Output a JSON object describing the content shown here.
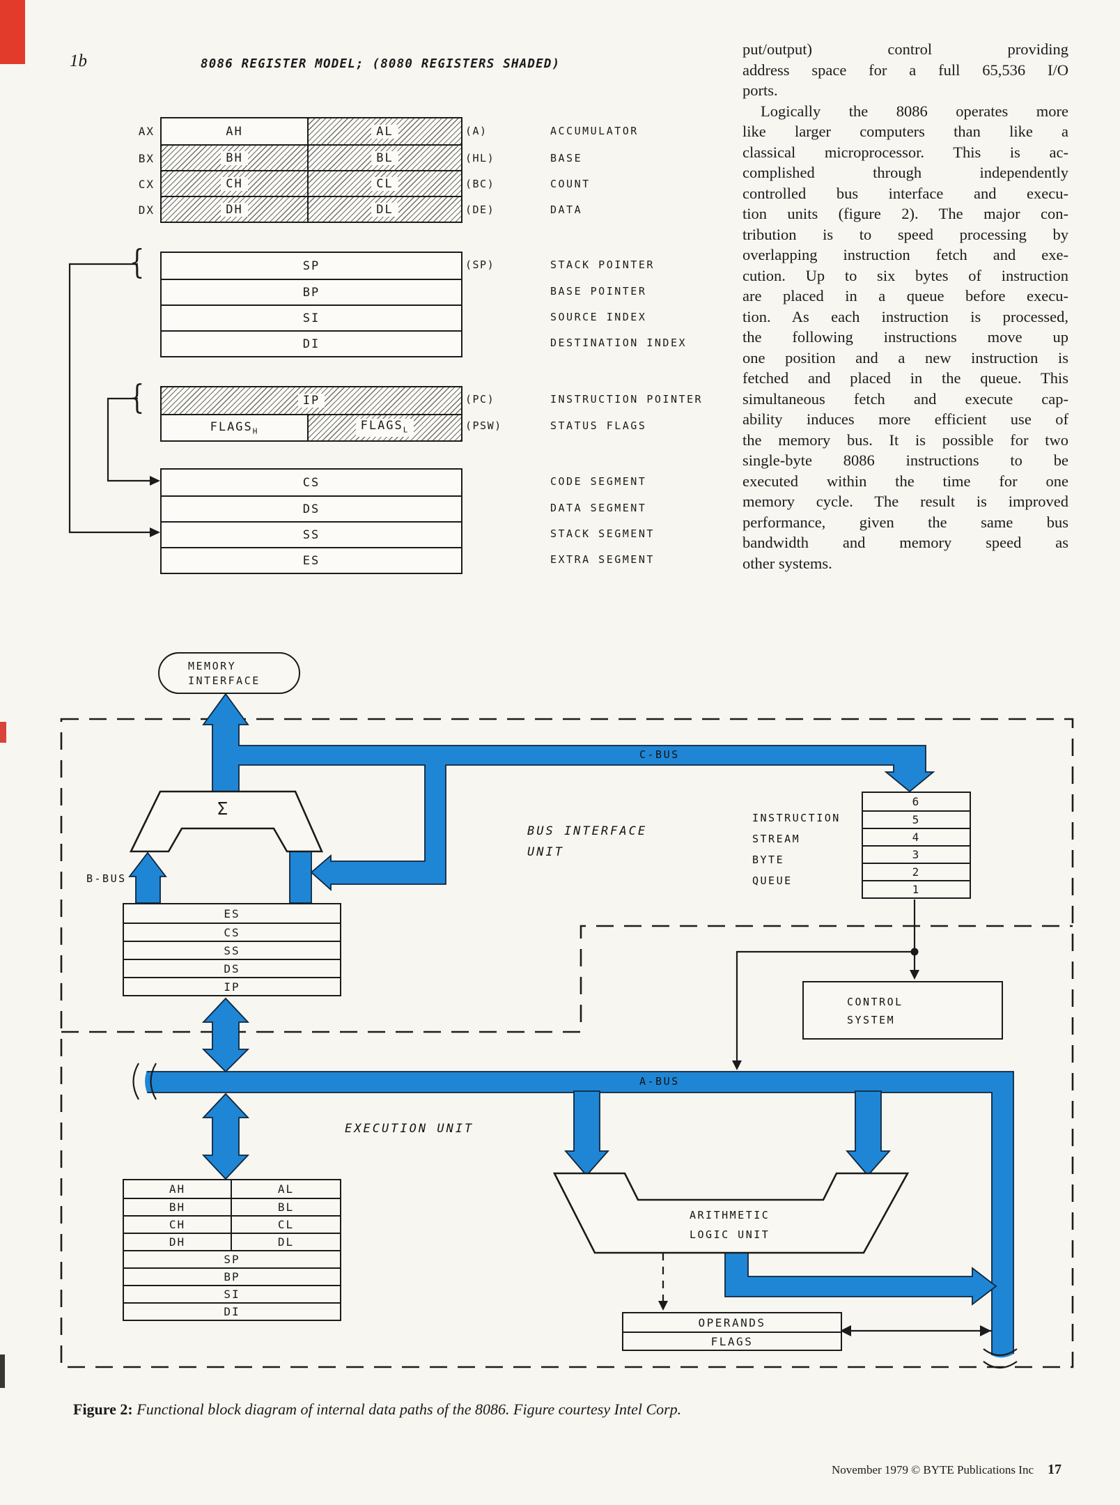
{
  "page": {
    "corner_label": "1b"
  },
  "title": "8086 REGISTER MODEL; (8080 REGISTERS SHADED)",
  "article": {
    "p1_lines": [
      "put/output) control providing",
      "address space for a full 65,536 I/O",
      "ports."
    ],
    "p2_lines": [
      "Logically the 8086 operates more",
      "like larger computers than like a",
      "classical microprocessor. This is ac-",
      "complished through independently",
      "controlled bus interface and execu-",
      "tion units (figure 2). The major con-",
      "tribution is to speed processing by",
      "overlapping instruction fetch and exe-",
      "cution. Up to six bytes of instruction",
      "are placed in a queue before execu-",
      "tion. As each instruction is processed,",
      "the following instructions move up",
      "one position and a new instruction is",
      "fetched and placed in the queue. This",
      "simultaneous fetch and execute cap-",
      "ability induces more efficient use of",
      "the memory bus. It is possible for two",
      "single-byte 8086 instructions to be",
      "executed within the time for one",
      "memory cycle. The result is improved",
      "performance, given the same bus",
      "bandwidth and memory speed as",
      "other systems."
    ]
  },
  "reg_model": {
    "gp_rows": [
      {
        "reg": "AX",
        "hi": "AH",
        "lo": "AL",
        "paren": "(A)",
        "desc": "ACCUMULATOR"
      },
      {
        "reg": "BX",
        "hi": "BH",
        "lo": "BL",
        "paren": "(HL)",
        "desc": "BASE"
      },
      {
        "reg": "CX",
        "hi": "CH",
        "lo": "CL",
        "paren": "(BC)",
        "desc": "COUNT"
      },
      {
        "reg": "DX",
        "hi": "DH",
        "lo": "DL",
        "paren": "(DE)",
        "desc": "DATA"
      }
    ],
    "pointer_rows": [
      {
        "name": "SP",
        "paren": "(SP)",
        "desc": "STACK POINTER"
      },
      {
        "name": "BP",
        "paren": "",
        "desc": "BASE POINTER"
      },
      {
        "name": "SI",
        "paren": "",
        "desc": "SOURCE INDEX"
      },
      {
        "name": "DI",
        "paren": "",
        "desc": "DESTINATION INDEX"
      }
    ],
    "ip_flags": {
      "ip": "IP",
      "ip_paren": "(PC)",
      "ip_desc": "INSTRUCTION POINTER",
      "flags_h": "FLAGS",
      "flags_h_sub": "H",
      "flags_l": "FLAGS",
      "flags_l_sub": "L",
      "flags_paren": "(PSW)",
      "flags_desc": "STATUS FLAGS"
    },
    "segment_rows": [
      {
        "name": "CS",
        "desc": "CODE SEGMENT"
      },
      {
        "name": "DS",
        "desc": "DATA SEGMENT"
      },
      {
        "name": "SS",
        "desc": "STACK SEGMENT"
      },
      {
        "name": "ES",
        "desc": "EXTRA SEGMENT"
      }
    ]
  },
  "diagram": {
    "memory_interface": {
      "line1": "MEMORY",
      "line2": "INTERFACE"
    },
    "labels": {
      "c_bus": "C-BUS",
      "a_bus": "A-BUS",
      "b_bus": "B-BUS",
      "biu_line1": "BUS INTERFACE",
      "biu_line2": "UNIT",
      "eu": "EXECUTION UNIT",
      "queue_line1": "INSTRUCTION",
      "queue_line2": "STREAM",
      "queue_line3": "BYTE",
      "queue_line4": "QUEUE",
      "sigma": "Σ"
    },
    "biu_stack": [
      "ES",
      "CS",
      "SS",
      "DS",
      "IP"
    ],
    "queue_cells": [
      "6",
      "5",
      "4",
      "3",
      "2",
      "1"
    ],
    "control": {
      "line1": "CONTROL",
      "line2": "SYSTEM"
    },
    "alu": {
      "line1": "ARITHMETIC",
      "line2": "LOGIC UNIT"
    },
    "eu_file": {
      "pairs": [
        [
          "AH",
          "AL"
        ],
        [
          "BH",
          "BL"
        ],
        [
          "CH",
          "CL"
        ],
        [
          "DH",
          "DL"
        ]
      ],
      "wide": [
        "SP",
        "BP",
        "SI",
        "DI"
      ]
    },
    "operands": {
      "row1": "OPERANDS",
      "row2": "FLAGS"
    },
    "colors": {
      "bus_blue": "#1f86d6",
      "ink": "#1b1b1b",
      "accent_red": "#e23b2c"
    }
  },
  "caption": {
    "prefix": "Figure 2:",
    "text": " Functional block diagram of internal data paths of the 8086. Figure courtesy Intel Corp."
  },
  "footer": {
    "credit": "November 1979 © BYTE Publications Inc",
    "page": "17"
  }
}
